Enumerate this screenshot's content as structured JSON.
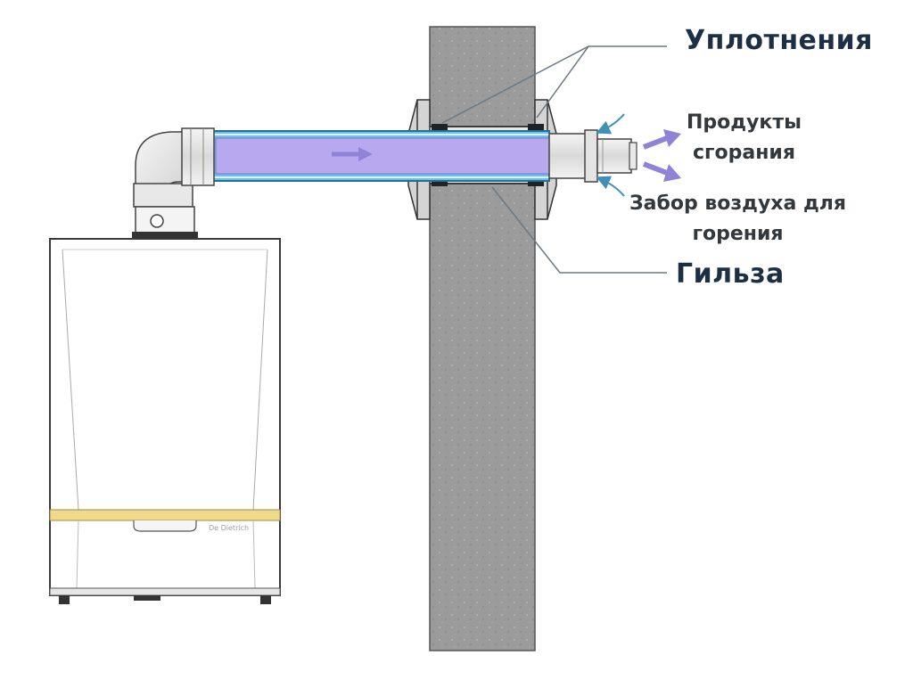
{
  "labels": {
    "seals": "Уплотнения",
    "combustion_products_line1": "Продукты",
    "combustion_products_line2": "сгорания",
    "air_intake_line1": "Забор воздуха для",
    "air_intake_line2": "горения",
    "sleeve": "Гильза"
  },
  "boiler": {
    "brand_text": "De Dietrich"
  },
  "colors": {
    "label_text": "#1c2f45",
    "leader_line": "#6b7883",
    "pipe_outer": "#6ec1e4",
    "pipe_inner": "#b7a8ef",
    "flow_arrow": "#8f83d8",
    "air_arrow": "#3f8fb7",
    "wall": "#9a9a9a",
    "boiler_stripe": "#f0d98a"
  }
}
